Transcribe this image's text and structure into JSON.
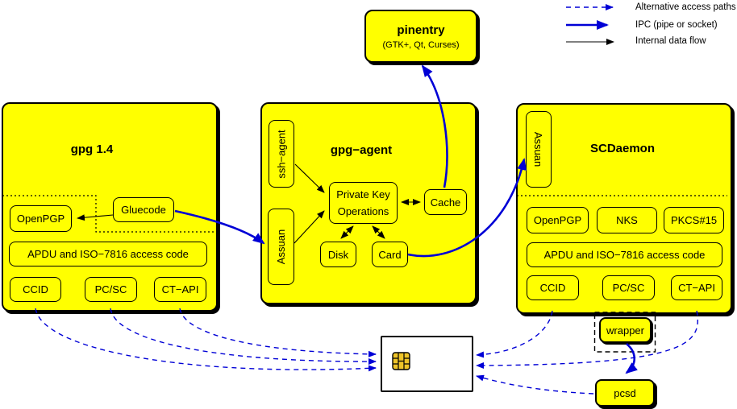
{
  "legend": {
    "alternative": "Alternative access paths",
    "ipc": "IPC (pipe or socket)",
    "internal": "Internal data flow"
  },
  "pinentry": {
    "title": "pinentry",
    "subtitle": "(GTK+, Qt, Curses)"
  },
  "gpg14": {
    "title": "gpg 1.4",
    "gluecode": "Gluecode",
    "openpgp": "OpenPGP",
    "apdu": "APDU and ISO−7816 access code",
    "ccid": "CCID",
    "pcsc": "PC/SC",
    "ctapi": "CT−API"
  },
  "gpg_agent": {
    "title": "gpg−agent",
    "ssh_agent": "ssh−agent",
    "assuan": "Assuan",
    "pko_line1": "Private Key",
    "pko_line2": "Operations",
    "cache": "Cache",
    "disk": "Disk",
    "card": "Card"
  },
  "scdaemon": {
    "title": "SCDaemon",
    "assuan": "Assuan",
    "openpgp": "OpenPGP",
    "nks": "NKS",
    "pkcs15": "PKCS#15",
    "apdu": "APDU and ISO−7816 access code",
    "ccid": "CCID",
    "pcsc": "PC/SC",
    "ctapi": "CT−API"
  },
  "peripherals": {
    "wrapper": "wrapper",
    "pcsd": "pcsd"
  },
  "colors": {
    "node_fill": "#ffff00",
    "ipc_blue": "#0000d6",
    "line_black": "#000000",
    "card_fill": "#ffffff",
    "chip_gold": "#eec428"
  },
  "connections": [
    {
      "from": "Gluecode",
      "to": "OpenPGP (gpg 1.4)",
      "type": "internal"
    },
    {
      "from": "Gluecode",
      "to": "Assuan (gpg-agent)",
      "type": "ipc"
    },
    {
      "from": "ssh-agent",
      "to": "Private Key Operations",
      "type": "internal"
    },
    {
      "from": "Assuan (gpg-agent)",
      "to": "Private Key Operations",
      "type": "internal"
    },
    {
      "from": "Private Key Operations",
      "to": "Cache",
      "type": "internal-bidirectional"
    },
    {
      "from": "Private Key Operations",
      "to": "Disk",
      "type": "internal-bidirectional"
    },
    {
      "from": "Private Key Operations",
      "to": "Card",
      "type": "internal-bidirectional"
    },
    {
      "from": "Cache",
      "to": "pinentry",
      "type": "ipc"
    },
    {
      "from": "Card",
      "to": "Assuan (SCDaemon)",
      "type": "ipc"
    },
    {
      "from": "CCID (gpg 1.4)",
      "to": "smartcard",
      "type": "alternative"
    },
    {
      "from": "PC/SC (gpg 1.4)",
      "to": "smartcard",
      "type": "alternative"
    },
    {
      "from": "CT-API (gpg 1.4)",
      "to": "smartcard",
      "type": "alternative"
    },
    {
      "from": "CCID (SCDaemon)",
      "to": "smartcard",
      "type": "alternative"
    },
    {
      "from": "CT-API (SCDaemon)",
      "to": "smartcard",
      "type": "alternative"
    },
    {
      "from": "PC/SC (SCDaemon)",
      "to": "wrapper",
      "type": "containment"
    },
    {
      "from": "wrapper",
      "to": "pcsd",
      "type": "ipc"
    },
    {
      "from": "pcsd",
      "to": "smartcard",
      "type": "alternative"
    }
  ]
}
